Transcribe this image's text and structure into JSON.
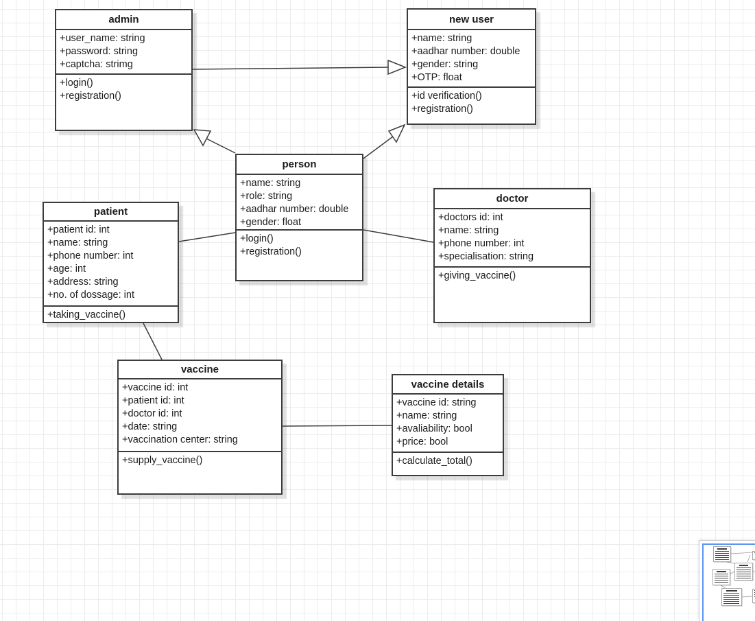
{
  "diagram": {
    "classes": [
      {
        "id": "admin",
        "title": "admin",
        "attributes": [
          "+user_name: string",
          "+password: string",
          "+captcha: strimg"
        ],
        "methods": [
          "+login()",
          "+registration()"
        ]
      },
      {
        "id": "new-user",
        "title": "new user",
        "attributes": [
          "+name: string",
          "+aadhar number: double",
          "+gender: string",
          "+OTP: float"
        ],
        "methods": [
          "+id verification()",
          "+registration()"
        ]
      },
      {
        "id": "person",
        "title": "person",
        "attributes": [
          "+name: string",
          "+role: string",
          "+aadhar number: double",
          "+gender: float"
        ],
        "methods": [
          "+login()",
          "+registration()"
        ]
      },
      {
        "id": "patient",
        "title": "patient",
        "attributes": [
          "+patient id: int",
          "+name: string",
          "+phone number: int",
          "+age: int",
          "+address: string",
          "+no. of dossage: int"
        ],
        "methods": [
          "+taking_vaccine()"
        ]
      },
      {
        "id": "doctor",
        "title": "doctor",
        "attributes": [
          "+doctors id: int",
          "+name: string",
          "+phone number: int",
          "+specialisation: string"
        ],
        "methods": [
          "+giving_vaccine()"
        ]
      },
      {
        "id": "vaccine",
        "title": "vaccine",
        "attributes": [
          "+vaccine id: int",
          "+patient id: int",
          "+doctor id: int",
          "+date: string",
          "+vaccination center: string"
        ],
        "methods": [
          "+supply_vaccine()"
        ]
      },
      {
        "id": "vaccine-details",
        "title": "vaccine details",
        "attributes": [
          "+vaccine id: string",
          "+name: string",
          "+avaliability: bool",
          "+price: bool"
        ],
        "methods": [
          "+calculate_total()"
        ]
      }
    ],
    "relationships": [
      {
        "from": "admin",
        "to": "new user",
        "type": "generalization",
        "arrow_at": "new user"
      },
      {
        "from": "person",
        "to": "admin",
        "type": "generalization",
        "arrow_at": "admin"
      },
      {
        "from": "person",
        "to": "new user",
        "type": "generalization",
        "arrow_at": "new user"
      },
      {
        "from": "patient",
        "to": "person",
        "type": "association"
      },
      {
        "from": "person",
        "to": "doctor",
        "type": "association"
      },
      {
        "from": "patient",
        "to": "vaccine",
        "type": "association"
      },
      {
        "from": "vaccine",
        "to": "vaccine details",
        "type": "association"
      }
    ],
    "style": {
      "box_fill": "#ffffff",
      "box_stroke": "#3c3c3c",
      "text_color": "#1c1c1c",
      "line_color": "#3c3c3c",
      "grid_color": "#ececec",
      "canvas_bg": "#ffffff",
      "minimap_viewport": "#5b95f5"
    }
  }
}
